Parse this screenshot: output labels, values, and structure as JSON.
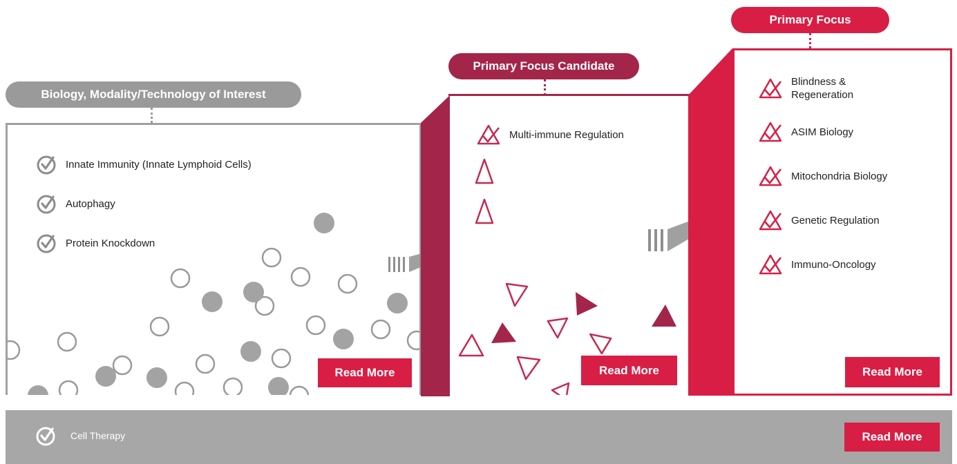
{
  "left_panel": {
    "title": "Biology, Modality/Technology of Interest",
    "items": [
      "Innate Immunity (Innate Lymphoid Cells)",
      "Autophagy",
      "Protein Knockdown"
    ],
    "read_more": "Read More"
  },
  "middle_panel": {
    "title": "Primary Focus Candidate",
    "items": [
      "Multi-immune Regulation"
    ],
    "read_more": "Read More"
  },
  "right_panel": {
    "title": "Primary Focus",
    "items": [
      "Blindness & Regeneration",
      "ASIM Biology",
      "Mitochondria Biology",
      "Genetic Regulation",
      "Immuno-Oncology"
    ],
    "read_more": "Read More"
  },
  "bottom_bar": {
    "label": "Cell Therapy",
    "read_more": "Read More"
  },
  "colors": {
    "crimson": "#d81e45",
    "maroon": "#a3254a",
    "gray": "#a7a7a7",
    "dark_gray": "#8c8c8c"
  },
  "icons": {
    "check": "check-circle-icon",
    "triangle": "triangle-icon",
    "crossed_triangle": "crossed-triangle-icon"
  }
}
